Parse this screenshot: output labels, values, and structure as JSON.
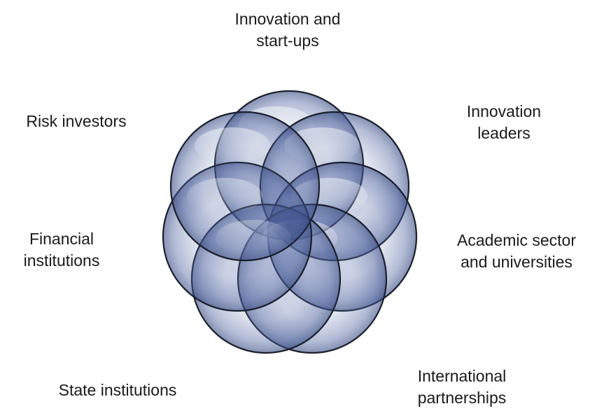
{
  "diagram": {
    "labels": {
      "innovation_startups": [
        "Innovation and",
        "start-ups"
      ],
      "innovation_leaders": [
        "Innovation",
        "leaders"
      ],
      "academic_sector": [
        "Academic sector",
        "and universities"
      ],
      "international_partnerships": [
        "International",
        "partnerships"
      ],
      "state_institutions": [
        "State institutions"
      ],
      "financial_institutions": [
        "Financial",
        "institutions"
      ],
      "risk_investors": [
        "Risk investors"
      ]
    },
    "colors": {
      "circle_stroke": "#1b1f2e",
      "circle_fill_light": "#eef1f8",
      "circle_fill_dark": "#3f5594",
      "text": "#1a1a1a"
    }
  }
}
